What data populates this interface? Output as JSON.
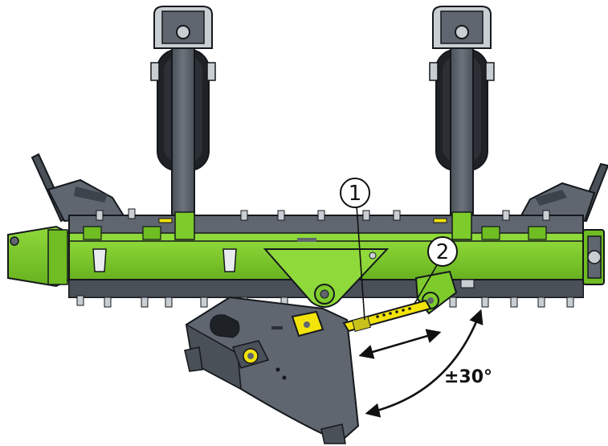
{
  "colors": {
    "frame_green": "#7ecb2c",
    "frame_green_dark": "#5a9a1a",
    "steel_gray": "#5f6670",
    "steel_gray_dark": "#3d434b",
    "steel_light": "#c9ced3",
    "tire_black": "#1e2126",
    "bolt_yellow": "#f2e30b",
    "outline": "#15181c"
  },
  "callouts": [
    {
      "id": "1",
      "label": "1"
    },
    {
      "id": "2",
      "label": "2"
    }
  ],
  "angle_annotation": {
    "text": "±30°"
  }
}
